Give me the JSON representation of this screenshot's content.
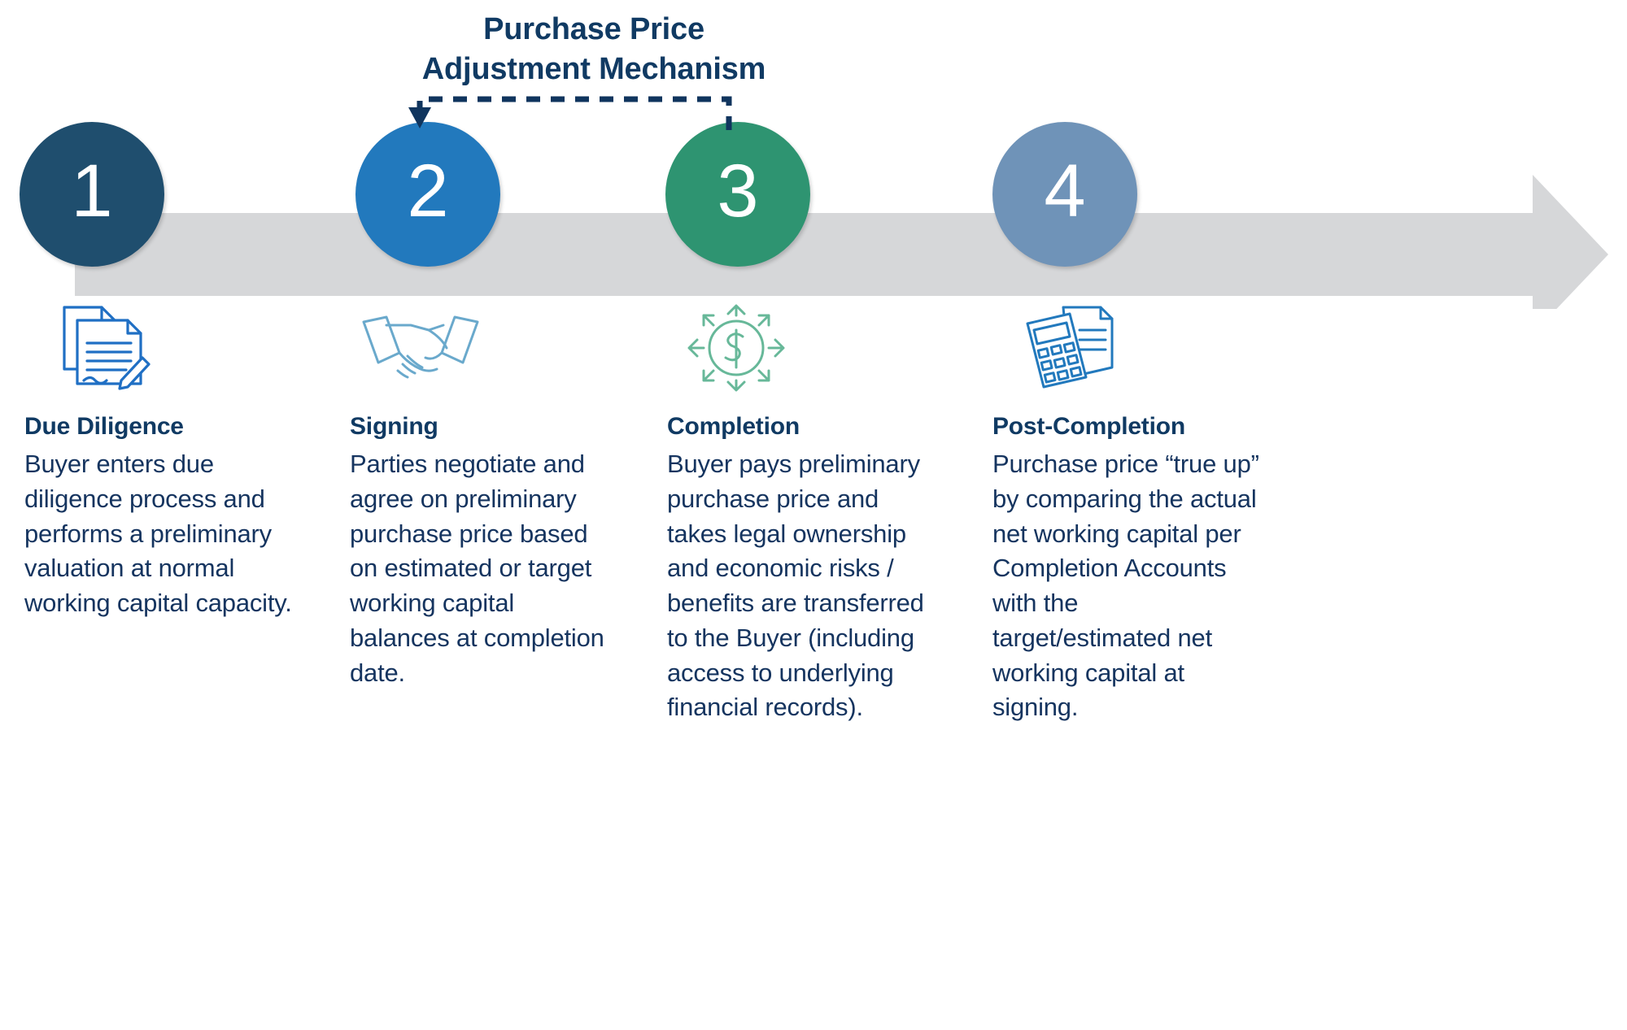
{
  "callout": {
    "title_line_1": "Purchase Price",
    "title_line_2": "Adjustment Mechanism",
    "connector": "dashed-bracket-from-step3-to-step2",
    "color": "#103a63"
  },
  "timeline": {
    "arrow_color": "#d6d7d9",
    "direction": "left-to-right"
  },
  "steps": [
    {
      "number": "1",
      "color": "#1f4e6e",
      "icon": "documents-with-pen-icon",
      "icon_color": "#1f6fc4",
      "heading": "Due Diligence",
      "body": "Buyer enters due diligence process and performs a preliminary valuation at normal working capital capacity."
    },
    {
      "number": "2",
      "color": "#2279bd",
      "icon": "handshake-icon",
      "icon_color": "#6aa9cc",
      "heading": "Signing",
      "body": "Parties negotiate and agree on preliminary purchase price based on estimated or target working capital balances at completion date."
    },
    {
      "number": "3",
      "color": "#2e9471",
      "icon": "dollar-circle-arrows-icon",
      "icon_color": "#67b899",
      "heading": "Completion",
      "body": "Buyer pays preliminary purchase price and takes legal ownership and economic risks / benefits are transferred to the Buyer (including access to underlying financial records)."
    },
    {
      "number": "4",
      "color": "#6f93b8",
      "icon": "calculator-with-document-icon",
      "icon_color": "#2279bd",
      "heading": "Post-Completion",
      "body": "Purchase price “true up” by comparing the actual net working capital per Completion Accounts with the target/estimated net working capital at signing."
    }
  ]
}
